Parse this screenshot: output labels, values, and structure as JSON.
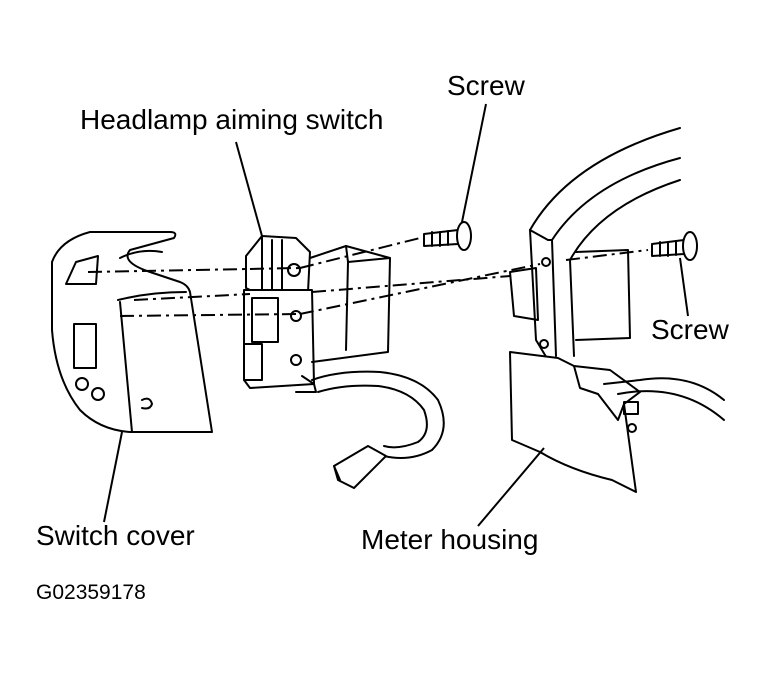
{
  "labels": {
    "headlamp_switch": "Headlamp aiming switch",
    "screw_top": "Screw",
    "screw_right": "Screw",
    "switch_cover": "Switch cover",
    "meter_housing": "Meter housing"
  },
  "figure_code": "G02359178",
  "colors": {
    "ink": "#000000",
    "background": "#ffffff"
  }
}
